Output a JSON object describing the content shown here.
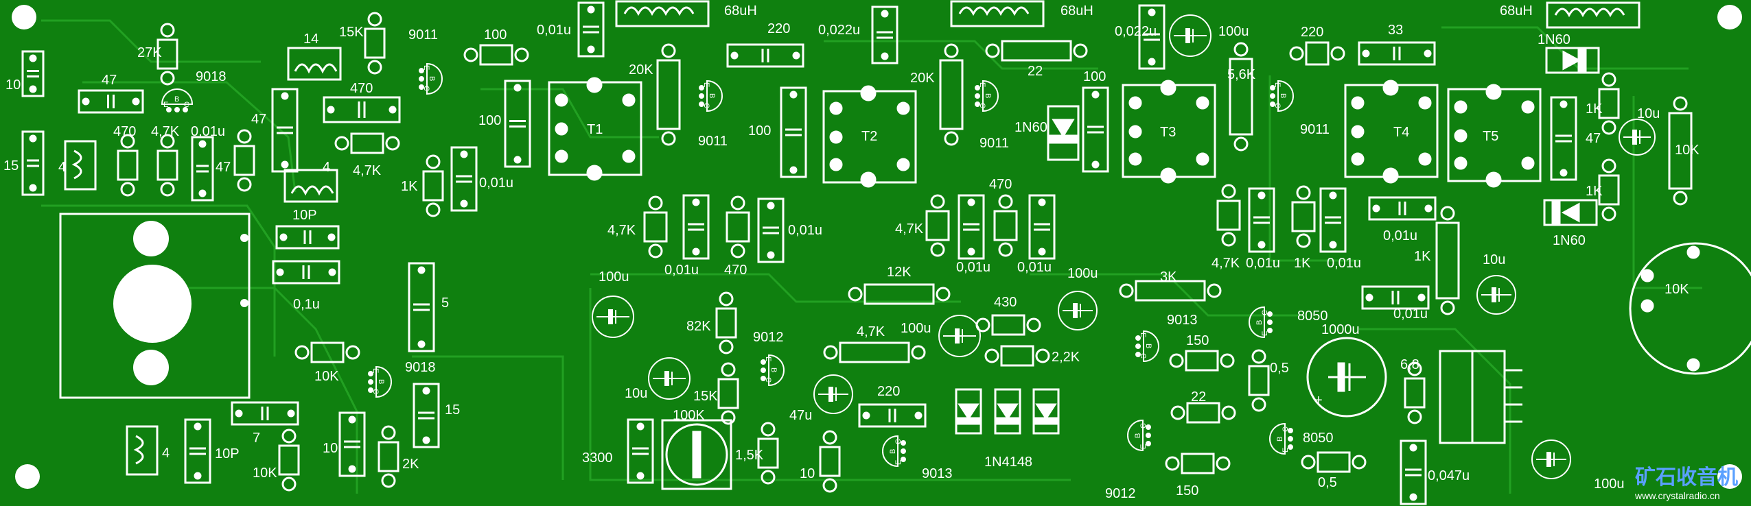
{
  "transformers": {
    "t1": "T1",
    "t2": "T2",
    "t3": "T3",
    "t4": "T4",
    "t5": "T5"
  },
  "inductors": {
    "top1": "68uH",
    "top2": "68uH",
    "top3": "68uH",
    "coil_a": "14",
    "coil_b": "4",
    "coil_c": "4",
    "coil_d": "4"
  },
  "transistors": {
    "q1": "9018",
    "q2": "9011",
    "q3": "9011",
    "q4": "9011",
    "q5": "9011",
    "q6": "9018",
    "q7": "9012",
    "q8": "9013",
    "q9": "9013",
    "q10": "8050",
    "q11": "8050",
    "q12": "9012"
  },
  "pin_letters": {
    "b": "B",
    "c": "C",
    "e": "E"
  },
  "diodes": {
    "d1": "1N60",
    "d2": "1N60",
    "d3": "1N60",
    "d4": "1N4148"
  },
  "labels": {
    "c_10": "10",
    "c_15": "15",
    "r_27k": "27K",
    "c_47": "47",
    "c_470": "470",
    "r_47k_a": "4,7K",
    "c_001_a": "0,01u",
    "c_47b": "47",
    "c_47c": "47",
    "r_15k": "15K",
    "c_100_a": "100",
    "c_001_b": "0,01u",
    "r_470": "470",
    "r_47k_b": "4,7K",
    "r_1k_a": "1K",
    "c_001_c": "0,01u",
    "c_10p_a": "10P",
    "c_01u": "0,1u",
    "c_5": "5",
    "r_10k_a": "10K",
    "c_15b": "15",
    "c_7": "7",
    "c_10p_b": "10P",
    "r_10k_b": "10K",
    "c_10b": "10",
    "r_2k": "2K",
    "r_220_a": "220",
    "c_0022_a": "0,022u",
    "r_20k_a": "20K",
    "c_100_b": "100",
    "r_47k_c": "4,7K",
    "c_001_d": "0,01u",
    "c_001_e": "0,01u",
    "c_470b": "470",
    "r_20k_b": "20K",
    "r_22": "22",
    "c_0022_b": "0,022u",
    "c_100_c": "100",
    "r_47k_d": "4,7K",
    "c_001_f": "0,01u",
    "c_001_g": "0,01u",
    "r_470b": "470",
    "c_100u_a": "100u",
    "r_56k": "5,6K",
    "r_220_b": "220",
    "c_33": "33",
    "r_47k_e": "4,7K",
    "c_001_h": "0,01u",
    "r_1k_b": "1K",
    "c_001_i": "0,01u",
    "c_001_j": "0,01u",
    "r_1k_c": "1K",
    "r_1k_d": "1K",
    "c_10u_a": "10u",
    "c_47d": "47",
    "r_1k_e": "1K",
    "r_10k_c": "10K",
    "c_100u_b": "100u",
    "r_82k": "82K",
    "r_15k_b": "15K",
    "c_10u_b": "10u",
    "pot_100k": "100K",
    "c_3300": "3300",
    "r_15k_c": "1,5K",
    "c_10c": "10",
    "r_12k": "12K",
    "r_47k_f": "4,7K",
    "c_100u_c": "100u",
    "c_47u": "47u",
    "r_220_c": "220",
    "r_430": "430",
    "r_22k": "2,2K",
    "c_100u_d": "100u",
    "r_3k": "3K",
    "r_150_a": "150",
    "r_22b": "22",
    "r_150_b": "150",
    "c_1000u": "1000u",
    "r_05_a": "0,5",
    "r_05_b": "0,5",
    "r_68": "6,8",
    "c_10u_c": "10u",
    "pot_10k": "10K",
    "c_0047u": "0,047u",
    "c_100u_e": "100u",
    "c_001_k": "0,01u"
  },
  "watermark": {
    "brand": "矿石收音机",
    "url": "www.crystalradio.cn"
  },
  "colors": {
    "board": "#0f800f",
    "trace": "#149014",
    "silk": "#ffffff"
  }
}
